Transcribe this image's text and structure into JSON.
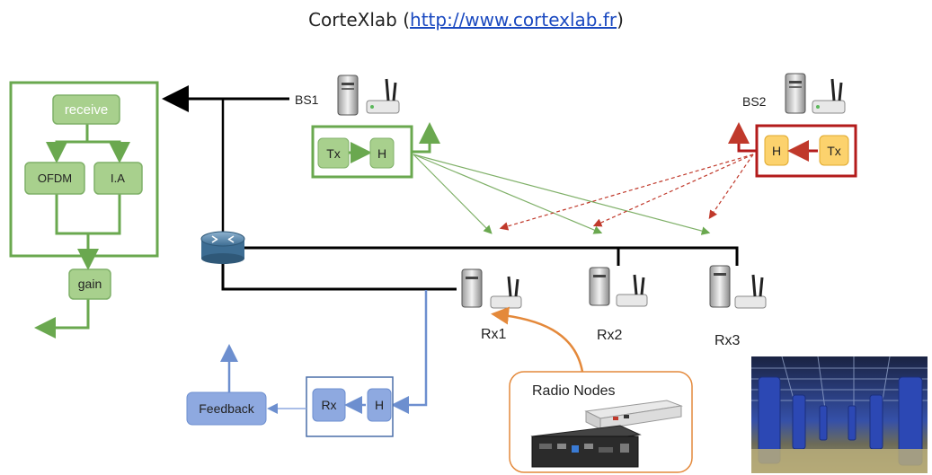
{
  "title": {
    "prefix": "CorteXlab (",
    "link": "http://www.cortexlab.fr",
    "suffix": ")"
  },
  "processing_block": {
    "receive": "receive",
    "ofdm": "OFDM",
    "ia": "I.A",
    "gain": "gain"
  },
  "base_stations": {
    "bs1": "BS1",
    "bs2": "BS2"
  },
  "bs1_chain": {
    "tx": "Tx",
    "h": "H"
  },
  "bs2_chain": {
    "h": "H",
    "tx": "Tx"
  },
  "receivers": {
    "rx1": "Rx1",
    "rx2": "Rx2",
    "rx3": "Rx3"
  },
  "feedback_chain": {
    "rx": "Rx",
    "h": "H",
    "feedback": "Feedback"
  },
  "radio_nodes": {
    "label": "Radio Nodes"
  },
  "colors": {
    "green_stroke": "#6aa84f",
    "green_fill": "#a8d08d",
    "red_stroke": "#b31b1b",
    "orange_fill": "#fcd26d",
    "blue_stroke": "#6d8fcf",
    "blue_fill": "#8ea9e0",
    "orange_arrow": "#e4893b"
  }
}
